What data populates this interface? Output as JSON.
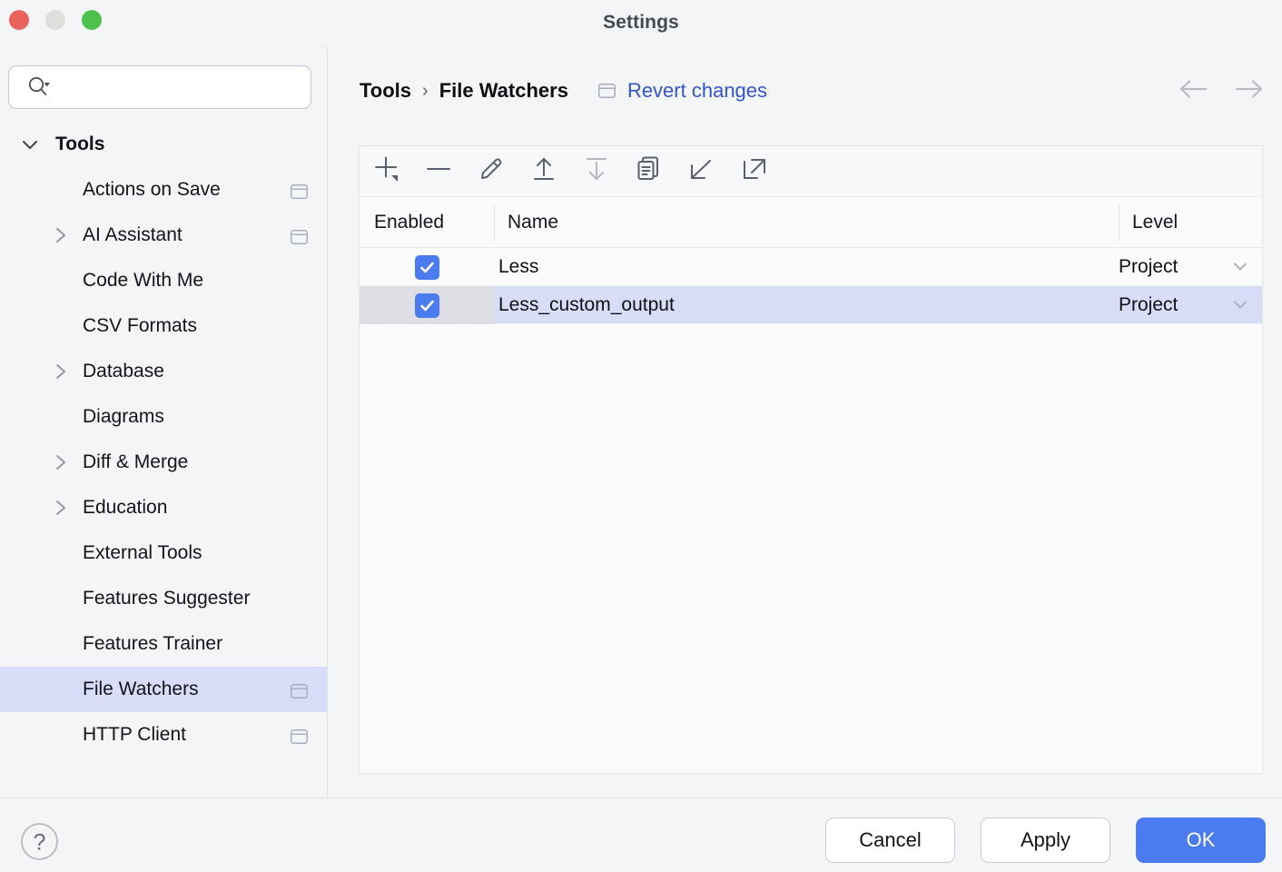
{
  "window": {
    "title": "Settings",
    "traffic_lights": [
      "close",
      "minimize",
      "zoom"
    ]
  },
  "sidebar": {
    "search": {
      "value": "",
      "placeholder": "",
      "icon": "search-icon"
    },
    "items": [
      {
        "label": "Tools",
        "level": 0,
        "group": true,
        "chevron": "down",
        "scope_icon": false,
        "selected": false
      },
      {
        "label": "Actions on Save",
        "level": 1,
        "group": false,
        "chevron": "none",
        "scope_icon": true,
        "selected": false
      },
      {
        "label": "AI Assistant",
        "level": 1,
        "group": false,
        "chevron": "right",
        "scope_icon": true,
        "selected": false
      },
      {
        "label": "Code With Me",
        "level": 1,
        "group": false,
        "chevron": "none",
        "scope_icon": false,
        "selected": false
      },
      {
        "label": "CSV Formats",
        "level": 1,
        "group": false,
        "chevron": "none",
        "scope_icon": false,
        "selected": false
      },
      {
        "label": "Database",
        "level": 1,
        "group": false,
        "chevron": "right",
        "scope_icon": false,
        "selected": false
      },
      {
        "label": "Diagrams",
        "level": 1,
        "group": false,
        "chevron": "none",
        "scope_icon": false,
        "selected": false
      },
      {
        "label": "Diff & Merge",
        "level": 1,
        "group": false,
        "chevron": "right",
        "scope_icon": false,
        "selected": false
      },
      {
        "label": "Education",
        "level": 1,
        "group": false,
        "chevron": "right",
        "scope_icon": false,
        "selected": false
      },
      {
        "label": "External Tools",
        "level": 1,
        "group": false,
        "chevron": "none",
        "scope_icon": false,
        "selected": false
      },
      {
        "label": "Features Suggester",
        "level": 1,
        "group": false,
        "chevron": "none",
        "scope_icon": false,
        "selected": false
      },
      {
        "label": "Features Trainer",
        "level": 1,
        "group": false,
        "chevron": "none",
        "scope_icon": false,
        "selected": false
      },
      {
        "label": "File Watchers",
        "level": 1,
        "group": false,
        "chevron": "none",
        "scope_icon": true,
        "selected": true
      },
      {
        "label": "HTTP Client",
        "level": 1,
        "group": false,
        "chevron": "none",
        "scope_icon": true,
        "selected": false
      }
    ]
  },
  "main": {
    "breadcrumb": {
      "root": "Tools",
      "separator": "›",
      "current": "File Watchers"
    },
    "revert": {
      "label": "Revert changes",
      "icon": "project-scope-icon"
    },
    "nav": {
      "back_icon": "arrow-left-icon",
      "forward_icon": "arrow-right-icon"
    },
    "toolbar": [
      {
        "name": "add-watcher-button",
        "icon": "plus-icon",
        "disabled": false
      },
      {
        "name": "remove-watcher-button",
        "icon": "minus-icon",
        "disabled": false
      },
      {
        "name": "edit-watcher-button",
        "icon": "pencil-icon",
        "disabled": false
      },
      {
        "name": "move-up-button",
        "icon": "arrow-up-icon",
        "disabled": false
      },
      {
        "name": "move-down-button",
        "icon": "arrow-down-icon",
        "disabled": true
      },
      {
        "name": "copy-watcher-button",
        "icon": "copy-icon",
        "disabled": false
      },
      {
        "name": "import-button",
        "icon": "import-icon",
        "disabled": false
      },
      {
        "name": "export-button",
        "icon": "export-icon",
        "disabled": false
      }
    ],
    "table": {
      "columns": [
        "Enabled",
        "Name",
        "Level"
      ],
      "rows": [
        {
          "enabled": true,
          "name": "Less",
          "level": "Project",
          "selected": false
        },
        {
          "enabled": true,
          "name": "Less_custom_output",
          "level": "Project",
          "selected": true
        }
      ]
    }
  },
  "footer": {
    "help": {
      "icon": "help-icon"
    },
    "buttons": [
      {
        "label": "Cancel",
        "style": "plain",
        "name": "cancel-button"
      },
      {
        "label": "Apply",
        "style": "plain",
        "name": "apply-button"
      },
      {
        "label": "OK",
        "style": "primary",
        "name": "ok-button"
      }
    ]
  },
  "colors": {
    "accent": "#4a7cf0",
    "selection": "#d7dcf7",
    "link": "#3355cc",
    "panel_bg": "#f4f5f7",
    "table_bg": "#fbfbfc",
    "cell_grey": "#dcdee3"
  }
}
